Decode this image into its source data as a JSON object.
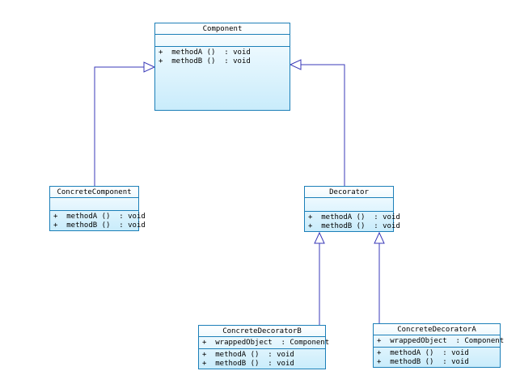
{
  "diagram": {
    "classes": {
      "component": {
        "name": "Component",
        "attributes": [],
        "operations": [
          "+  methodA ()  : void",
          "+  methodB ()  : void"
        ]
      },
      "concrete_component": {
        "name": "ConcreteComponent",
        "attributes": [],
        "operations": [
          "+  methodA ()  : void",
          "+  methodB ()  : void"
        ]
      },
      "decorator": {
        "name": "Decorator",
        "attributes": [],
        "operations": [
          "+  methodA ()  : void",
          "+  methodB ()  : void"
        ]
      },
      "concrete_decorator_b": {
        "name": "ConcreteDecoratorB",
        "attributes": [
          "+  wrappedObject  : Component"
        ],
        "operations": [
          "+  methodA ()  : void",
          "+  methodB ()  : void"
        ]
      },
      "concrete_decorator_a": {
        "name": "ConcreteDecoratorA",
        "attributes": [
          "+  wrappedObject  : Component"
        ],
        "operations": [
          "+  methodA ()  : void",
          "+  methodB ()  : void"
        ]
      }
    },
    "relations": [
      {
        "type": "generalization",
        "from": "ConcreteComponent",
        "to": "Component"
      },
      {
        "type": "generalization",
        "from": "Decorator",
        "to": "Component"
      },
      {
        "type": "generalization",
        "from": "ConcreteDecoratorB",
        "to": "Decorator"
      },
      {
        "type": "generalization",
        "from": "ConcreteDecoratorA",
        "to": "Decorator"
      }
    ],
    "colors": {
      "border": "#1c7fb8",
      "fill_top": "#ffffff",
      "fill_bottom": "#c9ecfb",
      "connector": "#3a3ab8"
    }
  }
}
